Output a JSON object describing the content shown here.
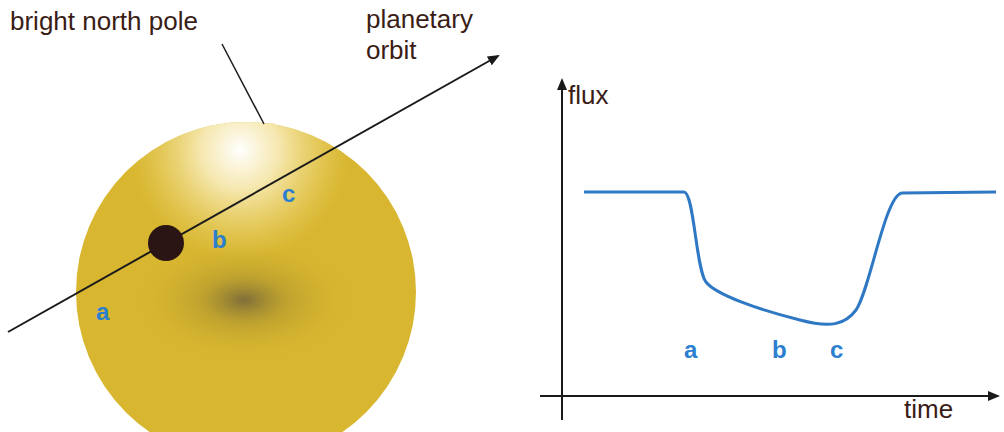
{
  "diagram": {
    "labels": [
      "bright north pole",
      "planetary orbit",
      "a",
      "b",
      "c",
      "flux",
      "time",
      "a",
      "b",
      "c"
    ]
  }
}
